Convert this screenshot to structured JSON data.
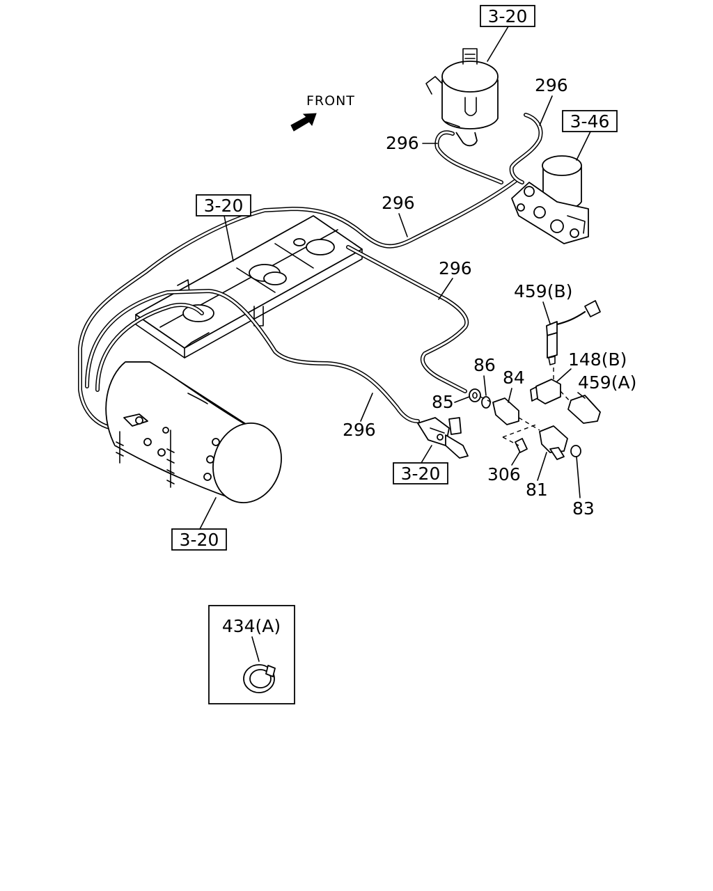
{
  "direction": {
    "label": "FRONT"
  },
  "references": {
    "ref_top": "3-20",
    "ref_air_dryer": "3-46",
    "ref_frame": "3-20",
    "ref_valve": "3-20",
    "ref_tank": "3-20"
  },
  "callouts": {
    "p296_a": "296",
    "p296_b": "296",
    "p296_c": "296",
    "p296_d": "296",
    "p296_e": "296",
    "p459_b": "459(B)",
    "p148_b": "148(B)",
    "p459_a": "459(A)",
    "p86": "86",
    "p84": "84",
    "p85": "85",
    "p306": "306",
    "p81": "81",
    "p83": "83"
  },
  "inset": {
    "label": "434(A)"
  }
}
